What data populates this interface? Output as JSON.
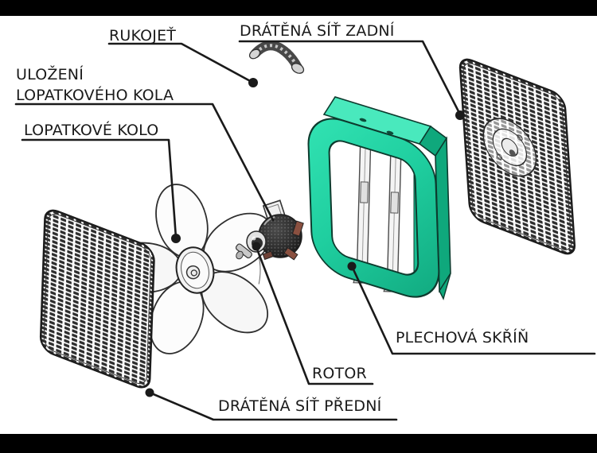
{
  "labels": {
    "handle": "RUKOJEŤ",
    "rear_mesh": "DRÁTĚNÁ SÍŤ ZADNÍ",
    "bearing_line1": "ULOŽENÍ",
    "bearing_line2": "LOPATKOVÉHO KOLA",
    "impeller": "LOPATKOVÉ KOLO",
    "housing": "PLECHOVÁ SKŘÍŇ",
    "rotor": "ROTOR",
    "front_mesh": "DRÁTĚNÁ SÍŤ PŘEDNÍ"
  },
  "colors": {
    "housing_teal": "#1fce9f",
    "housing_teal_dark": "#0fa87c",
    "housing_teal_light": "#49e9bd",
    "diagram_line": "#1a1a1a",
    "letterbox": "#000000",
    "background": "#ffffff",
    "copper_accent": "#8a5040",
    "mesh_dark": "#2d2d2d"
  }
}
